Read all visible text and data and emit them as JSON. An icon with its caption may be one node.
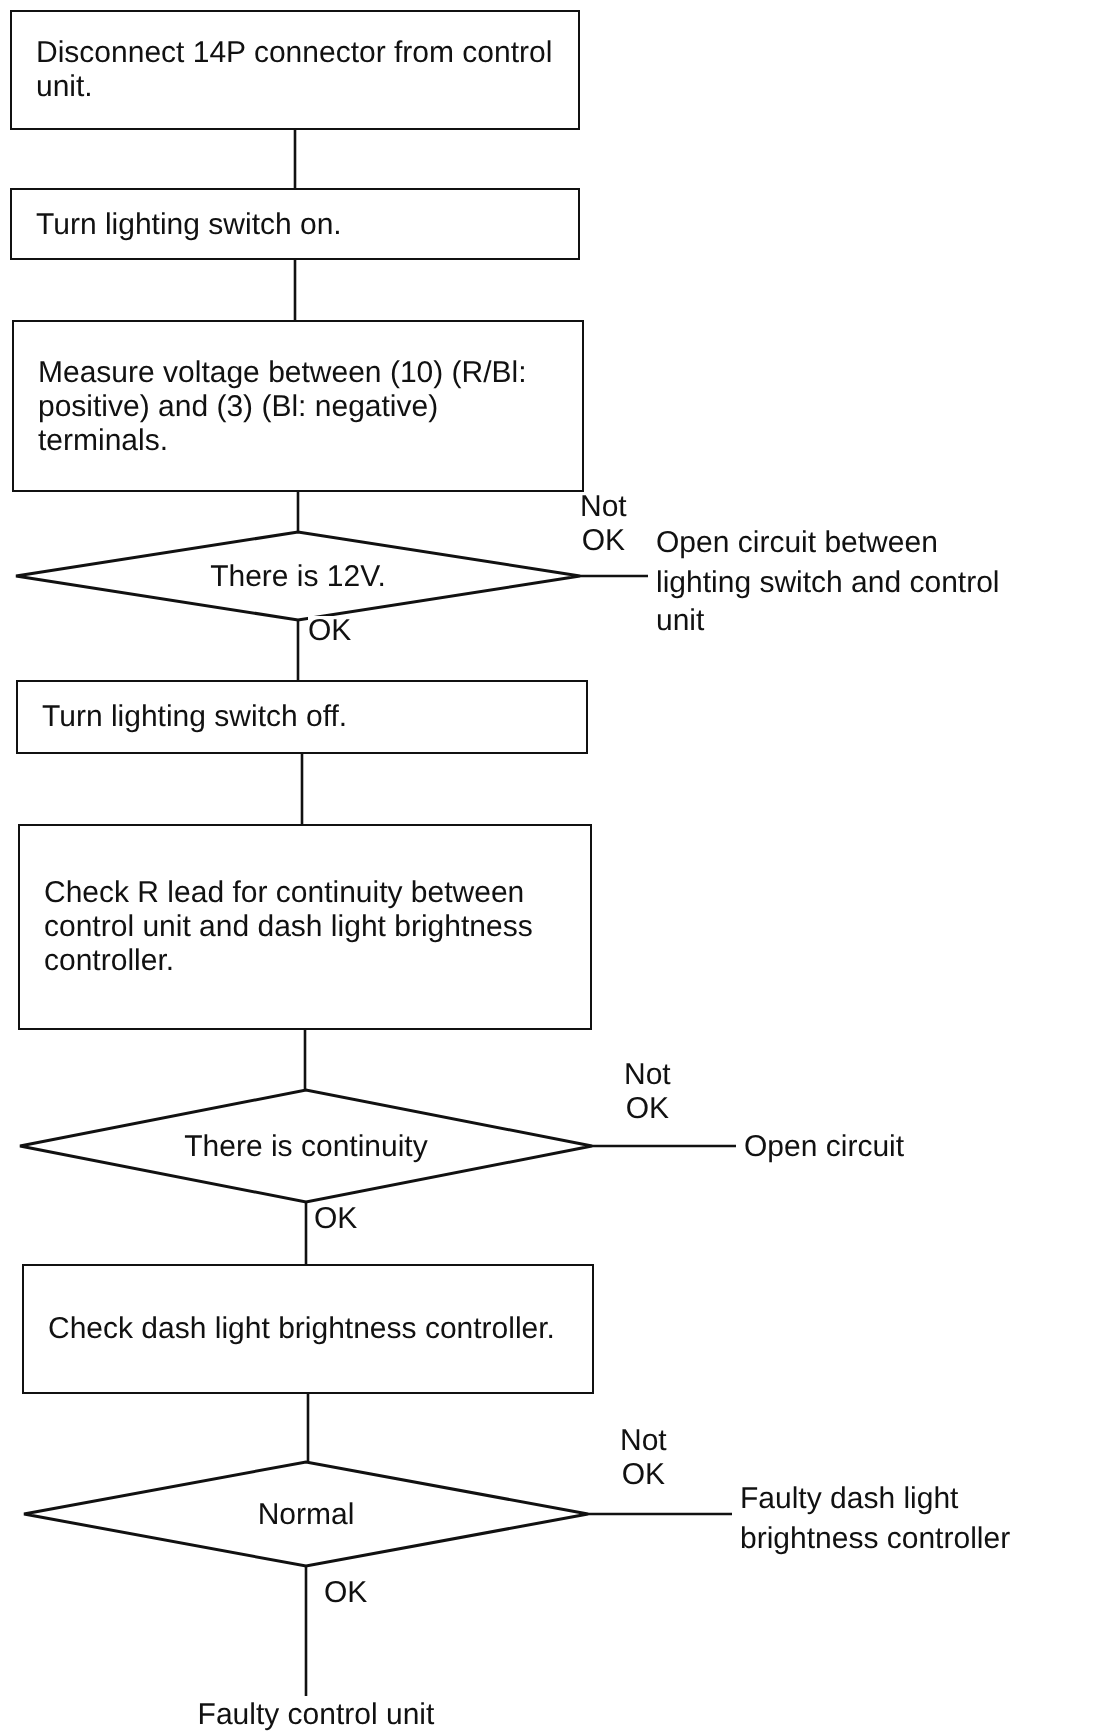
{
  "diagram": {
    "nodes": [
      {
        "text": [
          "Disconnect 14P connector from control unit."
        ]
      },
      {
        "text": [
          "Turn lighting switch on."
        ]
      },
      {
        "text": [
          "Measure voltage between (10) (R/Bl: positive) and (3) (Bl: negative) terminals."
        ]
      },
      {
        "text": [
          "There is 12V."
        ]
      },
      {
        "text": [
          "Open circuit between lighting switch and control unit"
        ]
      },
      {
        "text": [
          "Turn lighting switch off."
        ]
      },
      {
        "text": [
          "Check R lead for continuity between control unit and dash light brightness controller."
        ]
      },
      {
        "text": [
          "There is continuity"
        ]
      },
      {
        "text": [
          "Open circuit"
        ]
      },
      {
        "text": [
          "Check dash light brightness controller."
        ]
      },
      {
        "text": [
          "Normal"
        ]
      },
      {
        "text": [
          "Faulty dash light brightness controller"
        ]
      },
      {
        "text": [
          "Faulty control unit"
        ]
      }
    ],
    "edges": [
      {
        "from": 0,
        "to": 1,
        "arrow": "none"
      },
      {
        "from": 1,
        "to": 2,
        "arrow": "none"
      },
      {
        "from": 2,
        "to": 3,
        "arrow": "none"
      },
      {
        "from": 3,
        "to": 4,
        "arrow": "none",
        "label": "Not OK"
      },
      {
        "from": 3,
        "to": 5,
        "arrow": "none",
        "label": "OK"
      },
      {
        "from": 5,
        "to": 6,
        "arrow": "none"
      },
      {
        "from": 6,
        "to": 7,
        "arrow": "none"
      },
      {
        "from": 7,
        "to": 8,
        "arrow": "none",
        "label": "Not OK"
      },
      {
        "from": 7,
        "to": 9,
        "arrow": "none",
        "label": "OK"
      },
      {
        "from": 9,
        "to": 10,
        "arrow": "none"
      },
      {
        "from": 10,
        "to": 11,
        "arrow": "none",
        "label": "Not OK"
      },
      {
        "from": 10,
        "to": 12,
        "arrow": "none",
        "label": "OK"
      }
    ]
  }
}
